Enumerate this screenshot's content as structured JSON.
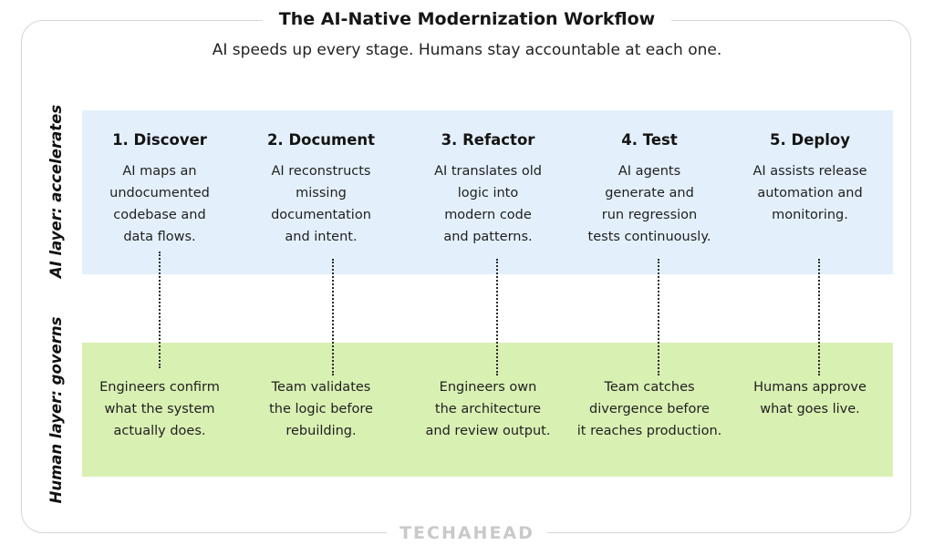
{
  "title": "The AI-Native Modernization Workflow",
  "subtitle": "AI speeds up every stage. Humans stay accountable at each one.",
  "layers": {
    "ai": "AI layer: accelerates",
    "human": "Human layer: governs"
  },
  "stages": [
    {
      "title": "1. Discover",
      "ai": [
        "AI maps an",
        "undocumented",
        "codebase and",
        "data flows."
      ],
      "human": [
        "Engineers confirm",
        "what the system",
        "actually does."
      ]
    },
    {
      "title": "2. Document",
      "ai": [
        "AI reconstructs",
        "missing",
        "documentation",
        "and intent."
      ],
      "human": [
        "Team validates",
        "the logic before",
        "rebuilding."
      ]
    },
    {
      "title": "3. Refactor",
      "ai": [
        "AI translates old",
        "logic into",
        "modern code",
        "and patterns."
      ],
      "human": [
        "Engineers own",
        "the architecture",
        "and review output."
      ]
    },
    {
      "title": "4. Test",
      "ai": [
        "AI agents",
        "generate and",
        "run regression",
        "tests continuously."
      ],
      "human": [
        "Team catches",
        "divergence before",
        "it reaches production."
      ]
    },
    {
      "title": "5. Deploy",
      "ai": [
        "AI assists release",
        "automation and",
        "monitoring."
      ],
      "human": [
        "Humans approve",
        "what goes live."
      ]
    }
  ],
  "brand": "TECHAHEAD",
  "colors": {
    "ai_band": "#e3f0fc",
    "human_band": "#d9f0b3",
    "brand_text": "#c9c9c9",
    "frame_border": "#d6d6d6"
  }
}
